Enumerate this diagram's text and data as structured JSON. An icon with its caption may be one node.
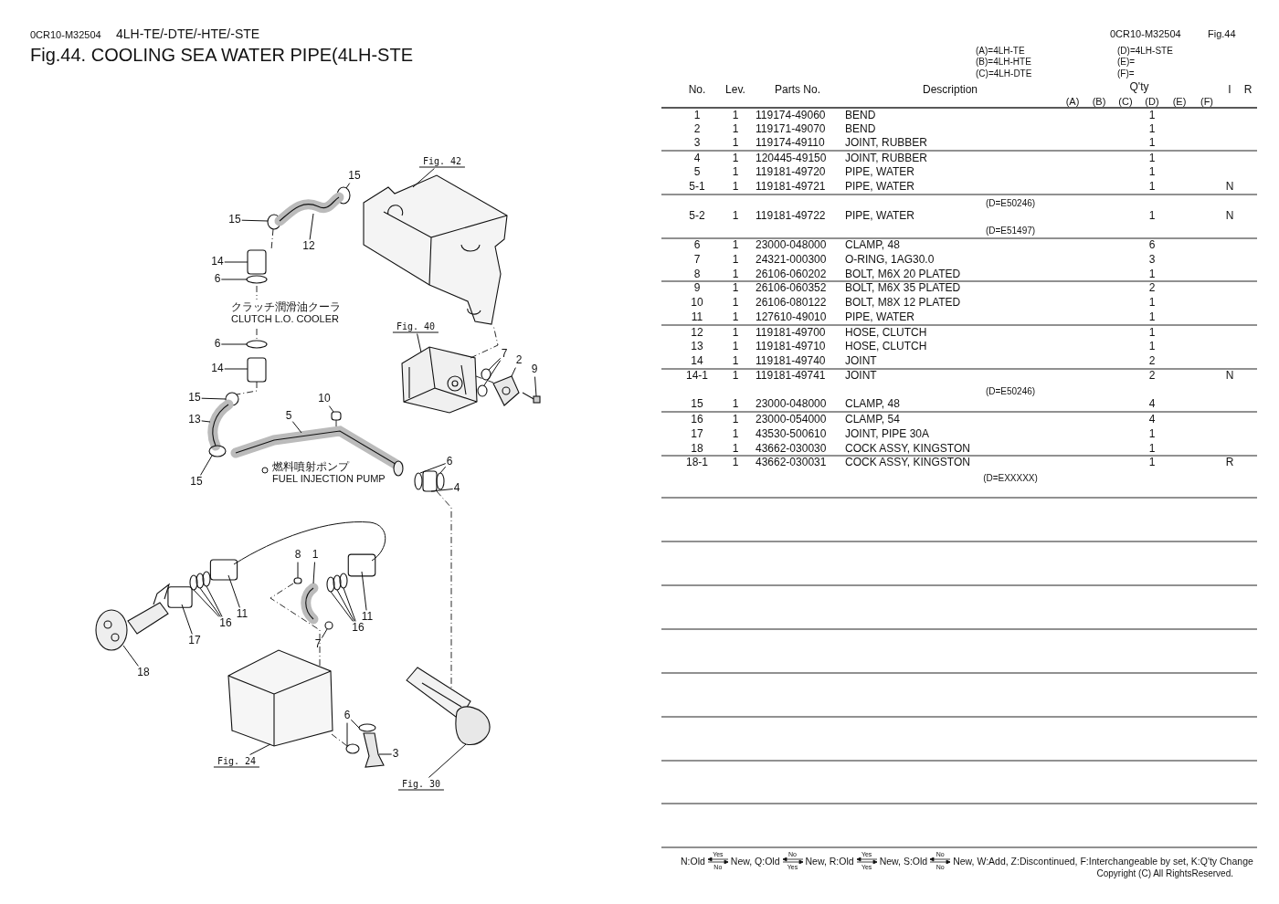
{
  "diagram": {
    "title": "Fig.44.  COOLING SEA WATER PIPE(4LH-STE",
    "nodes": [
      {
        "text": [
          "Fig. 42"
        ]
      },
      {
        "text": [
          "15"
        ]
      },
      {
        "text": [
          "15"
        ]
      },
      {
        "text": [
          "12"
        ]
      },
      {
        "text": [
          "14"
        ]
      },
      {
        "text": [
          "6"
        ]
      },
      {
        "text": [
          "6"
        ]
      },
      {
        "text": [
          "14"
        ]
      },
      {
        "text": [
          "15"
        ]
      },
      {
        "text": [
          "13"
        ]
      },
      {
        "text": [
          "15"
        ]
      },
      {
        "text": [
          "10"
        ]
      },
      {
        "text": [
          "5"
        ]
      },
      {
        "text": [
          "Fig. 40"
        ]
      },
      {
        "text": [
          "7"
        ]
      },
      {
        "text": [
          "2"
        ]
      },
      {
        "text": [
          "9"
        ]
      },
      {
        "text": [
          "6"
        ]
      },
      {
        "text": [
          "4"
        ]
      },
      {
        "text": [
          "8"
        ]
      },
      {
        "text": [
          "1"
        ]
      },
      {
        "text": [
          "16"
        ]
      },
      {
        "text": [
          "11"
        ]
      },
      {
        "text": [
          "11"
        ]
      },
      {
        "text": [
          "16"
        ]
      },
      {
        "text": [
          "17"
        ]
      },
      {
        "text": [
          "18"
        ]
      },
      {
        "text": [
          "7"
        ]
      },
      {
        "text": [
          "6"
        ]
      },
      {
        "text": [
          "3"
        ]
      },
      {
        "text": [
          "Fig. 24"
        ]
      },
      {
        "text": [
          "Fig. 30"
        ]
      },
      {
        "text": [],
        "shape": "picture"
      },
      {
        "text": [],
        "shape": "circle"
      },
      {
        "text": [],
        "shape": "circle"
      },
      {
        "text": [],
        "shape": "picture"
      },
      {
        "text": [],
        "shape": "box"
      },
      {
        "text": [],
        "shape": "circle"
      },
      {
        "text": [],
        "shape": "circle"
      },
      {
        "text": [],
        "shape": "box"
      },
      {
        "text": [],
        "shape": "circle"
      },
      {
        "text": [],
        "shape": "picture"
      },
      {
        "text": [],
        "shape": "circle"
      },
      {
        "text": [],
        "shape": "box"
      },
      {
        "text": [],
        "shape": "picture"
      },
      {
        "text": [],
        "shape": "picture"
      },
      {
        "text": [],
        "shape": "circle"
      },
      {
        "text": [],
        "shape": "circle"
      },
      {
        "text": [],
        "shape": "picture"
      },
      {
        "text": [],
        "shape": "picture"
      },
      {
        "text": [],
        "shape": "circle"
      },
      {
        "text": [],
        "shape": "circle"
      },
      {
        "text": [],
        "shape": "box"
      },
      {
        "text": [],
        "shape": "box"
      },
      {
        "text": [],
        "shape": "picture"
      },
      {
        "text": [],
        "shape": "circle"
      },
      {
        "text": [],
        "shape": "circle"
      },
      {
        "text": [],
        "shape": "circle"
      },
      {
        "text": [],
        "shape": "box"
      },
      {
        "text": [],
        "shape": "box"
      },
      {
        "text": [],
        "shape": "circle"
      },
      {
        "text": [],
        "shape": "circle"
      },
      {
        "text": [],
        "shape": "circle"
      },
      {
        "text": [],
        "shape": "box"
      },
      {
        "text": [],
        "shape": "picture"
      },
      {
        "text": [],
        "shape": "circle"
      },
      {
        "text": [],
        "shape": "circle"
      },
      {
        "text": [],
        "shape": "circle"
      },
      {
        "text": [],
        "shape": "picture"
      },
      {
        "text": [],
        "shape": "picture"
      },
      {
        "text": [],
        "shape": "picture"
      }
    ],
    "edges": [
      {
        "from": 0,
        "to": 32,
        "arrow": "none"
      },
      {
        "from": 1,
        "to": 33,
        "arrow": "none"
      },
      {
        "from": 2,
        "to": 34,
        "arrow": "none"
      },
      {
        "from": 3,
        "to": 35,
        "arrow": "none"
      },
      {
        "from": 4,
        "to": 36,
        "arrow": "none"
      },
      {
        "from": 5,
        "to": 37,
        "arrow": "none"
      },
      {
        "from": 6,
        "to": 38,
        "arrow": "none"
      },
      {
        "from": 7,
        "to": 39,
        "arrow": "none"
      },
      {
        "from": 8,
        "to": 40,
        "arrow": "none"
      },
      {
        "from": 9,
        "to": 41,
        "arrow": "none"
      },
      {
        "from": 10,
        "to": 42,
        "arrow": "none"
      },
      {
        "from": 11,
        "to": 43,
        "arrow": "none"
      },
      {
        "from": 12,
        "to": 44,
        "arrow": "none"
      },
      {
        "from": 13,
        "to": 45,
        "arrow": "none"
      },
      {
        "from": 14,
        "to": 46,
        "arrow": "none"
      },
      {
        "from": 14,
        "to": 47,
        "arrow": "none"
      },
      {
        "from": 15,
        "to": 48,
        "arrow": "none"
      },
      {
        "from": 16,
        "to": 49,
        "arrow": "none"
      },
      {
        "from": 17,
        "to": 50,
        "arrow": "none"
      },
      {
        "from": 17,
        "to": 51,
        "arrow": "none"
      },
      {
        "from": 18,
        "to": 52,
        "arrow": "none"
      },
      {
        "from": 19,
        "to": 53,
        "arrow": "none"
      },
      {
        "from": 20,
        "to": 54,
        "arrow": "none"
      },
      {
        "from": 21,
        "to": 55,
        "arrow": "none"
      },
      {
        "from": 21,
        "to": 56,
        "arrow": "none"
      },
      {
        "from": 21,
        "to": 57,
        "arrow": "none"
      },
      {
        "from": 22,
        "to": 58,
        "arrow": "none"
      },
      {
        "from": 23,
        "to": 59,
        "arrow": "none"
      },
      {
        "from": 24,
        "to": 60,
        "arrow": "none"
      },
      {
        "from": 24,
        "to": 61,
        "arrow": "none"
      },
      {
        "from": 24,
        "to": 62,
        "arrow": "none"
      },
      {
        "from": 25,
        "to": 63,
        "arrow": "none"
      },
      {
        "from": 26,
        "to": 64,
        "arrow": "none"
      },
      {
        "from": 27,
        "to": 65,
        "arrow": "none"
      },
      {
        "from": 28,
        "to": 66,
        "arrow": "none"
      },
      {
        "from": 28,
        "to": 67,
        "arrow": "none"
      },
      {
        "from": 29,
        "to": 68,
        "arrow": "none"
      },
      {
        "from": 30,
        "to": 69,
        "arrow": "none"
      },
      {
        "from": 31,
        "to": 70,
        "arrow": "none"
      },
      {
        "from": 34,
        "to": 36,
        "arrow": "none",
        "style": "dashed"
      },
      {
        "from": 39,
        "to": 40,
        "arrow": "none",
        "style": "dashed"
      },
      {
        "from": 43,
        "to": 44,
        "arrow": "none",
        "style": "dashed"
      },
      {
        "from": 52,
        "to": 70,
        "arrow": "none",
        "style": "dashed"
      },
      {
        "from": 45,
        "to": 32,
        "arrow": "none",
        "style": "dashed"
      },
      {
        "from": 45,
        "to": 48,
        "arrow": "none",
        "style": "dashed"
      },
      {
        "from": 53,
        "to": 69,
        "arrow": "none",
        "style": "dashed"
      },
      {
        "from": 69,
        "to": 67,
        "arrow": "none",
        "style": "dashed"
      },
      {
        "from": 58,
        "to": 59,
        "arrow": "none"
      }
    ],
    "labels": [
      "0CR10-M32504",
      "4LH-TE/-DTE/-HTE/-STE",
      "クラッチ潤滑油クーラ",
      "CLUTCH L.O. COOLER",
      "燃料噴射ポンプ",
      "FUEL INJECTION PUMP",
      "0CR10-M32504",
      "Fig.44",
      "(A)=4LH-TE",
      "(D)=4LH-STE",
      "(B)=4LH-HTE",
      "(E)=",
      "(C)=4LH-DTE",
      "(F)=",
      "No.",
      "Lev.",
      "Parts No.",
      "Description",
      "Q'ty",
      "I",
      "R",
      "(A)",
      "(B)",
      "(C)",
      "(D)",
      "(E)",
      "(F)",
      "1",
      "1",
      "119174-49060",
      "BEND",
      "1",
      "2",
      "1",
      "119171-49070",
      "BEND",
      "1",
      "3",
      "1",
      "119174-49110",
      "JOINT, RUBBER",
      "1",
      "4",
      "1",
      "120445-49150",
      "JOINT, RUBBER",
      "1",
      "5",
      "1",
      "119181-49720",
      "PIPE, WATER",
      "1",
      "5-1",
      "1",
      "119181-49721",
      "PIPE, WATER",
      "1",
      "N",
      "(D=E50246)",
      "5-2",
      "1",
      "119181-49722",
      "PIPE, WATER",
      "1",
      "N",
      "(D=E51497)",
      "6",
      "1",
      "23000-048000",
      "CLAMP,  48",
      "6",
      "7",
      "1",
      "24321-000300",
      "O-RING, 1AG30.0",
      "3",
      "8",
      "1",
      "26106-060202",
      "BOLT, M6X 20 PLATED",
      "1",
      "9",
      "1",
      "26106-060352",
      "BOLT, M6X 35 PLATED",
      "2",
      "10",
      "1",
      "26106-080122",
      "BOLT, M8X 12 PLATED",
      "1",
      "11",
      "1",
      "127610-49010",
      "PIPE, WATER",
      "1",
      "12",
      "1",
      "119181-49700",
      "HOSE, CLUTCH",
      "1",
      "13",
      "1",
      "119181-49710",
      "HOSE, CLUTCH",
      "1",
      "14",
      "1",
      "119181-49740",
      "JOINT",
      "2",
      "14-1",
      "1",
      "119181-49741",
      "JOINT",
      "2",
      "N",
      "(D=E50246)",
      "15",
      "1",
      "23000-048000",
      "CLAMP,  48",
      "4",
      "16",
      "1",
      "23000-054000",
      "CLAMP,  54",
      "4",
      "17",
      "1",
      "43530-500610",
      "JOINT, PIPE 30A",
      "1",
      "18",
      "1",
      "43662-030030",
      "COCK ASSY, KINGSTON",
      "1",
      "18-1",
      "1",
      "43662-030031",
      "COCK ASSY, KINGSTON",
      "1",
      "R",
      "(D=EXXXXX)",
      "N:Old",
      "Yes",
      "No",
      "New, Q:Old",
      "No",
      "Yes",
      "New, R:Old",
      "Yes",
      "Yes",
      "New, S:Old",
      "No",
      "No",
      "New, W:Add, Z:Discontinued, F:Interchangeable by set, K:Q'ty Change",
      "Copyright (C) All RightsReserved."
    ]
  }
}
